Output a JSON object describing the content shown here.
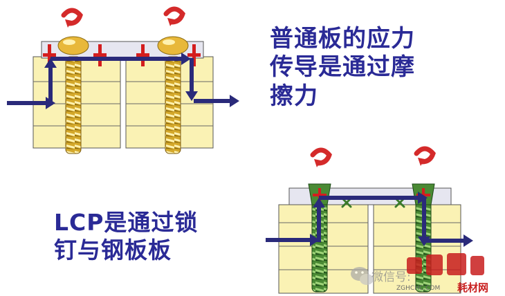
{
  "captions": {
    "conventional_plate": "普通板的应力\n传导是通过摩\n擦力",
    "lcp": "LCP是通过锁\n钉与钢板板"
  },
  "watermark": {
    "text": "微信号:",
    "url": "ZGHCHC.COM",
    "brand": "耗材网"
  },
  "colors": {
    "caption": "#2a2a96",
    "plate": "#e6e6f0",
    "bone": "#faf2b4",
    "bone_stripe": "#f4e898",
    "force_arrow": "#2a2a7a",
    "friction_mark": "#d41e1e",
    "conventional_screw": "#d4a82a",
    "locking_screw": "#4a8a34",
    "rotation_arrow": "#d42a2a"
  },
  "icons": {
    "rotation": "curved-rotation-arrow",
    "force": "flow-arrow",
    "friction": "red-cross-mark",
    "contact": "x-mark",
    "wechat": "wechat-icon"
  }
}
